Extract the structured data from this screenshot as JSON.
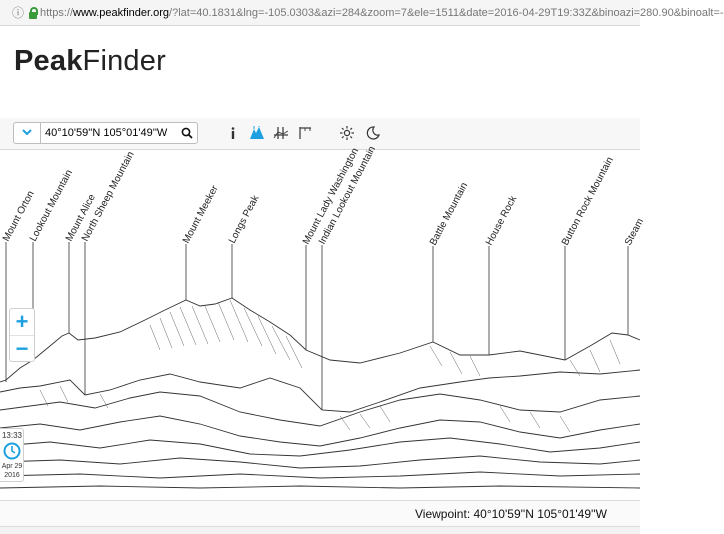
{
  "browser": {
    "url_scheme": "https://",
    "url_host": "www.peakfinder.org",
    "url_rest": "/?lat=40.1831&lng=-105.0303&azi=284&zoom=7&ele=1511&date=2016-04-29T19:33Z&binoazi=280.90&binoalt=-"
  },
  "header": {
    "logo_bold": "Peak",
    "logo_regular": "Finder"
  },
  "toolbar": {
    "location_value": "40°10'59''N 105°01'49''W",
    "icons": [
      "chevron-down-icon",
      "search-icon",
      "info-icon",
      "peaks-icon",
      "lines-icon",
      "grid-icon",
      "sun-icon",
      "moon-icon"
    ]
  },
  "peaks": [
    {
      "label": "Mount Orton"
    },
    {
      "label": "Lookout Mountain"
    },
    {
      "label": "Mount Alice"
    },
    {
      "label": "North Sheep Mountain"
    },
    {
      "label": "Mount Meeker"
    },
    {
      "label": "Longs Peak"
    },
    {
      "label": "Mount Lady Washington"
    },
    {
      "label": "Indian Lookout Mountain"
    },
    {
      "label": "Battle Mountain"
    },
    {
      "label": "House Rock"
    },
    {
      "label": "Button Rock Mountain"
    },
    {
      "label": "Steam"
    }
  ],
  "zoom": {
    "in_label": "+",
    "out_label": "−"
  },
  "time": {
    "clock": "13:33",
    "date_line1": "Apr 29",
    "date_line2": "2016"
  },
  "footer": {
    "viewpoint": "Viewpoint: 40°10'59''N 105°01'49''W"
  },
  "colors": {
    "accent": "#1ea0e0",
    "ink": "#222222"
  }
}
